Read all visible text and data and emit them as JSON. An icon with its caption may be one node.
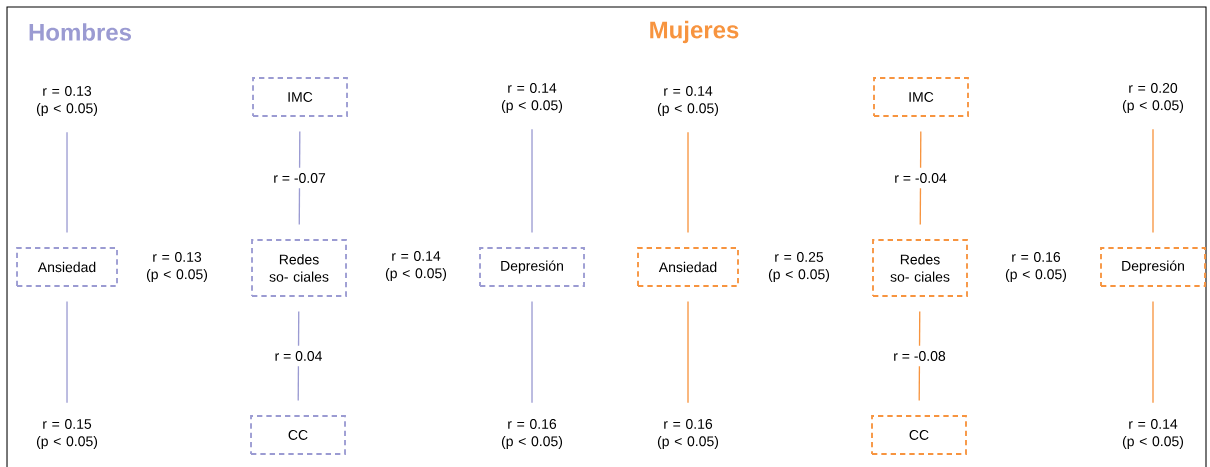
{
  "diagram": {
    "nodes": [
      {
        "text": [
          "r = 0.13 (p < 0.05)"
        ]
      },
      {
        "text": [
          "IMC"
        ]
      },
      {
        "text": [
          "r = 0.14 (p < 0.05)"
        ]
      },
      {
        "text": [
          "Ansiedad"
        ]
      },
      {
        "text": [
          "Redes so- ciales"
        ]
      },
      {
        "text": [
          "Depresión"
        ]
      },
      {
        "text": [
          "r = 0.15 (p < 0.05)"
        ]
      },
      {
        "text": [
          "CC"
        ]
      },
      {
        "text": [
          "r = 0.16 (p < 0.05)"
        ]
      },
      {
        "text": [
          "r = 0.14 (p < 0.05)"
        ]
      },
      {
        "text": [
          "IMC"
        ]
      },
      {
        "text": [
          "r = 0.20 (p < 0.05)"
        ]
      },
      {
        "text": [
          "Ansiedad"
        ]
      },
      {
        "text": [
          "Redes so- ciales"
        ]
      },
      {
        "text": [
          "Depresión"
        ]
      },
      {
        "text": [
          "r = 0.16 (p < 0.05)"
        ]
      },
      {
        "text": [
          "CC"
        ]
      },
      {
        "text": [
          "r = 0.14 (p < 0.05)"
        ]
      }
    ],
    "edges": [
      {
        "from": 3,
        "to": 0,
        "arrow": "none",
        "color": "#9b9bd2"
      },
      {
        "from": 1,
        "to": 4,
        "arrow": "none",
        "label": "r = -0.07",
        "color": "#9b9bd2"
      },
      {
        "from": 5,
        "to": 2,
        "arrow": "none",
        "color": "#9b9bd2"
      },
      {
        "from": 4,
        "to": 7,
        "arrow": "none",
        "label": "r = 0.04",
        "color": "#9b9bd2"
      },
      {
        "from": 3,
        "to": 6,
        "arrow": "none",
        "color": "#9b9bd2"
      },
      {
        "from": 5,
        "to": 8,
        "arrow": "none",
        "color": "#9b9bd2"
      },
      {
        "from": 12,
        "to": 9,
        "arrow": "none",
        "color": "#f7943f"
      },
      {
        "from": 10,
        "to": 13,
        "arrow": "none",
        "label": "r = -0.04",
        "color": "#f7943f"
      },
      {
        "from": 14,
        "to": 11,
        "arrow": "none",
        "color": "#f7943f"
      },
      {
        "from": 13,
        "to": 16,
        "arrow": "none",
        "label": "r = -0.08",
        "color": "#f7943f"
      },
      {
        "from": 12,
        "to": 15,
        "arrow": "none",
        "color": "#f7943f"
      },
      {
        "from": 14,
        "to": 17,
        "arrow": "none",
        "color": "#f7943f"
      }
    ],
    "labels": [
      "Hombres",
      "Mujeres",
      "r = 0.13 (p < 0.05)",
      "r = 0.14 (p < 0.05)",
      "r = 0.25 (p < 0.05)",
      "r = 0.16 (p < 0.05)"
    ]
  }
}
